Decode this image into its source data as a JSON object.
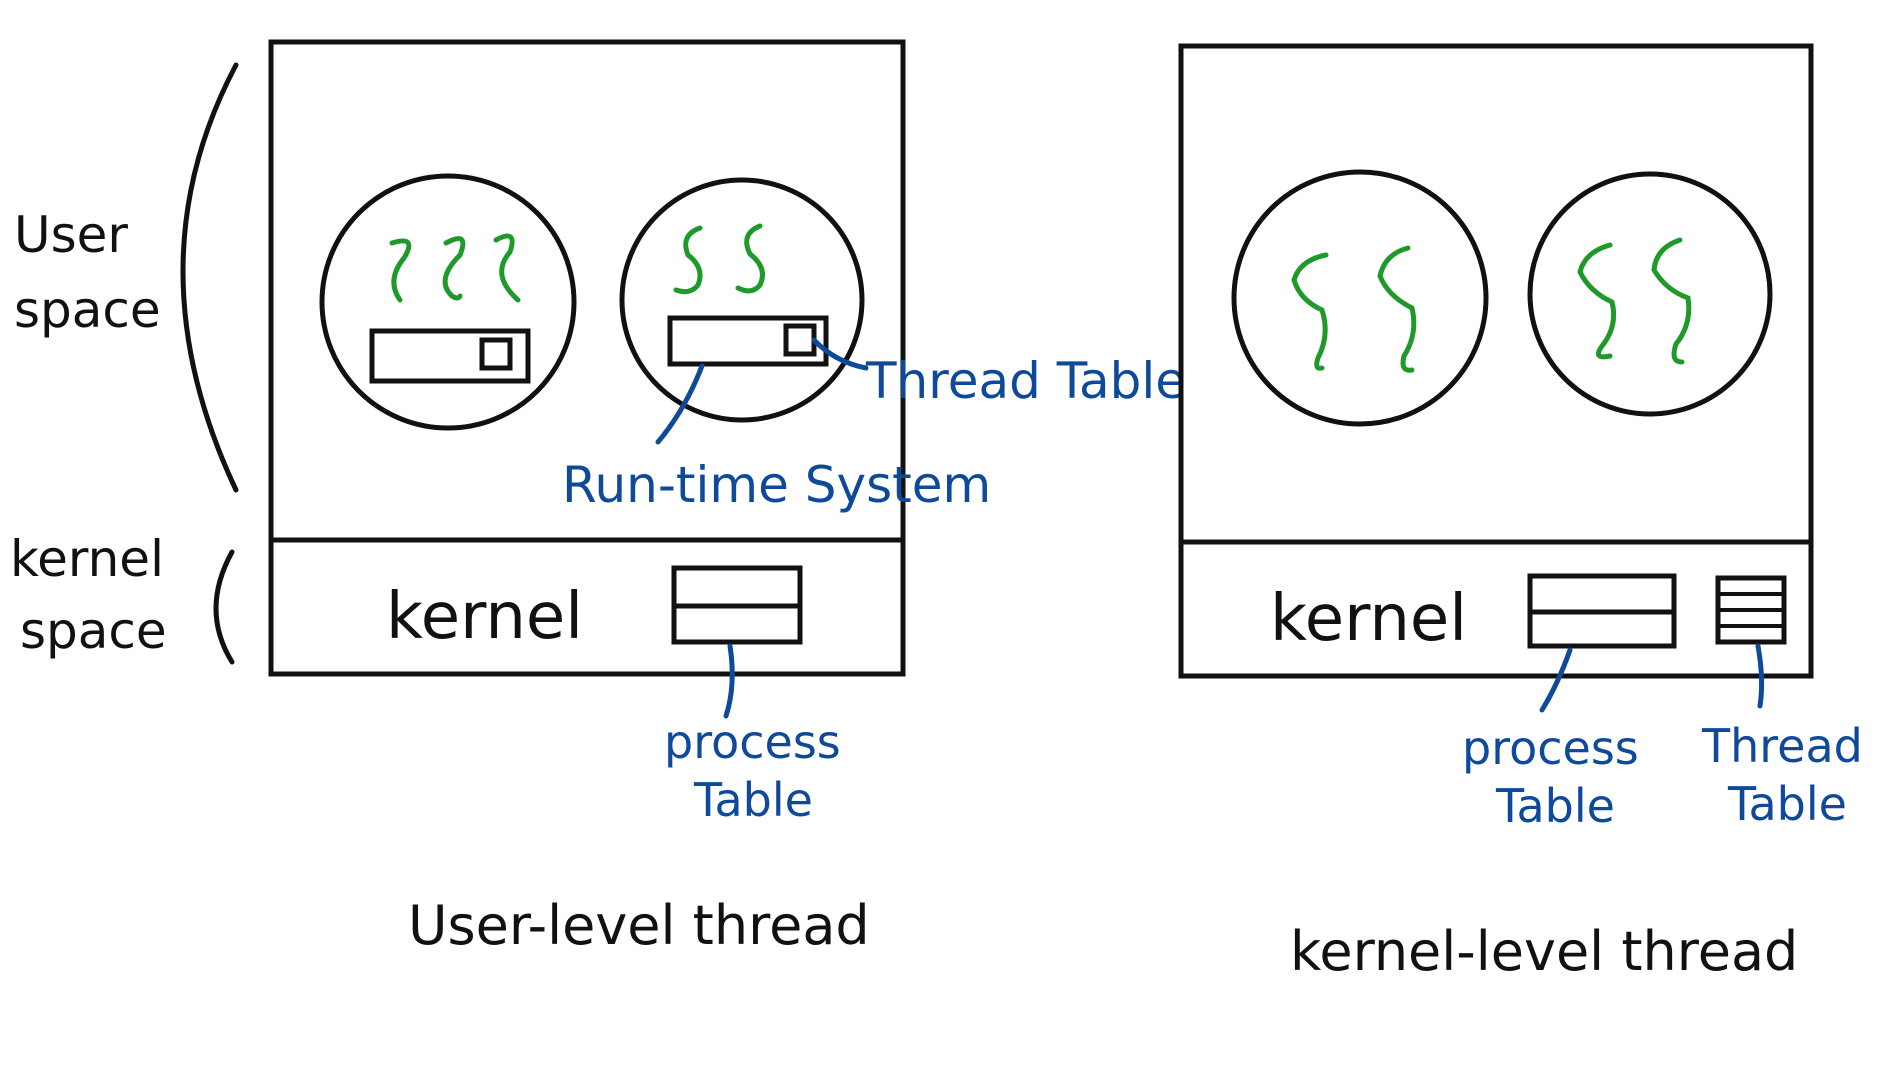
{
  "left_diagram": {
    "side_label_user": [
      "User",
      "space"
    ],
    "side_label_kernel": [
      "kernel",
      "space"
    ],
    "kernel_label": "kernel",
    "thread_table_label": "Thread Table",
    "runtime_label": "Run-time System",
    "process_table_label": [
      "process",
      "Table"
    ],
    "caption": "User-level thread"
  },
  "right_diagram": {
    "kernel_label": "kernel",
    "process_table_label": [
      "process",
      "Table"
    ],
    "thread_table_label": [
      "Thread",
      "Table"
    ],
    "caption": "kernel-level thread"
  },
  "colors": {
    "ink": "#111111",
    "annotation": "#0f4a9a",
    "thread": "#1e9a2a"
  }
}
